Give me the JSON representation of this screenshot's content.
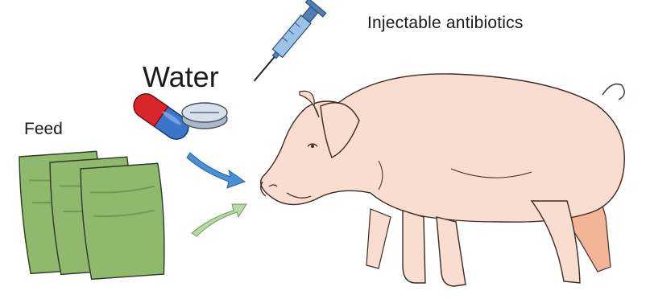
{
  "labels": {
    "injectable": "Injectable antibiotics",
    "water": "Water",
    "feed": "Feed"
  },
  "icons": {
    "syringe": "syringe-icon",
    "capsule": "capsule-icon",
    "tablet": "tablet-icon",
    "feed_bags": "feed-bag-icon",
    "arrow_water": "arrow-right-icon",
    "arrow_feed": "arrow-right-icon",
    "pig": "pig-icon"
  },
  "colors": {
    "feed_bag": "#8fba6e",
    "feed_bag_dark": "#6f9a52",
    "pig_body": "#f8ddd0",
    "pig_leg": "#f2b596",
    "capsule_red": "#d8262b",
    "capsule_blue": "#3b74c9",
    "tablet": "#c8d5e3",
    "syringe": "#4f7fb4",
    "arrow_water": "#4a90d9",
    "arrow_feed": "#b8d8a8"
  }
}
